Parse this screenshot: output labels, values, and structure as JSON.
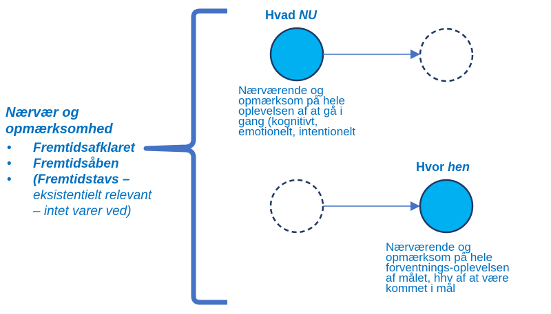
{
  "left": {
    "title_line1": "Nærvær og",
    "title_line2": "opmærksomhed",
    "bullet_glyph": "•",
    "items": [
      {
        "bold": "Fremtidsafklaret",
        "rest": ""
      },
      {
        "bold": "Fremtidsåben",
        "rest": ""
      },
      {
        "bold": "(Fremtidstavs –",
        "rest_line1": "eksistentielt relevant",
        "rest_line2": "– intet varer ved)"
      }
    ]
  },
  "top_group": {
    "heading_plain": "Hvad ",
    "heading_italic": "NU",
    "description_lines": [
      "Nærværende og",
      "opmærksom på hele",
      "oplevelsen af at gå i",
      "gang (kognitivt,",
      "emotionelt, intentionelt"
    ]
  },
  "bottom_group": {
    "heading_plain": "Hvor ",
    "heading_italic": "hen",
    "description_lines": [
      "Nærværende og",
      "opmærksom på hele",
      "forventnings-oplevelsen",
      "af målet, hhv af at være",
      "kommet i mål"
    ]
  },
  "colors": {
    "text": "#0070C0",
    "brace": "#4472C4",
    "circle_fill": "#00B0F0",
    "circle_stroke": "#1F3864",
    "arrow": "#4472C4"
  }
}
